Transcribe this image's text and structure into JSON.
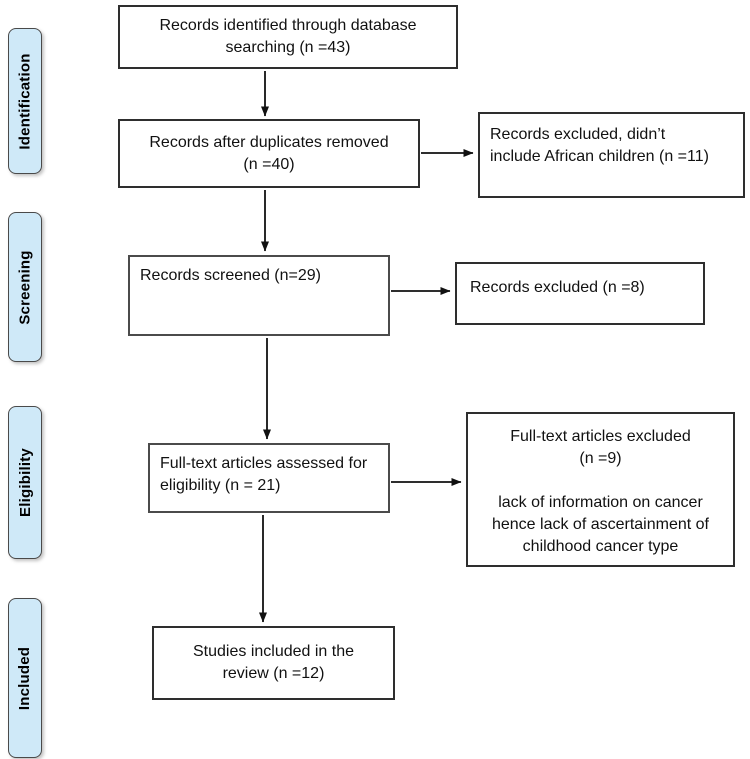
{
  "stages": [
    {
      "id": "identification",
      "label": "Identification"
    },
    {
      "id": "screening",
      "label": "Screening"
    },
    {
      "id": "eligibility",
      "label": "Eligibility"
    },
    {
      "id": "included",
      "label": "Included"
    }
  ],
  "boxes": {
    "identified": "Records identified through database\nsearching (n =43)",
    "duplicates_removed": "Records after duplicates removed\n(n =40)",
    "excluded_children": "Records excluded, didn’t\ninclude African children (n =11)",
    "screened": "Records screened (n=29)",
    "excluded_screening": "Records excluded (n =8)",
    "fulltext_assessed": "Full-text articles assessed for\neligibility (n = 21)",
    "fulltext_excluded": "Full-text articles excluded\n(n =9)\n\nlack of information on cancer\nhence lack of ascertainment of\nchildhood cancer type",
    "included_studies": "Studies included in the\nreview (n =12)"
  },
  "colors": {
    "stage_fill": "#cfe9f8",
    "box_border": "#2e2e2e",
    "arrow": "#111111"
  }
}
